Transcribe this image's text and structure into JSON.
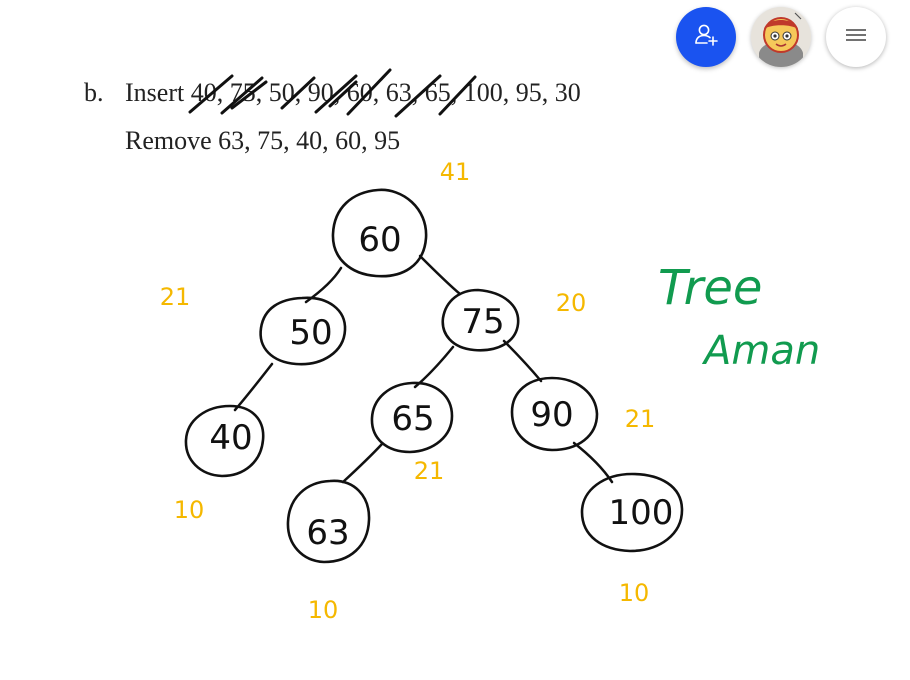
{
  "toolbar": {
    "add_user_icon": "person-add-icon",
    "avatar_icon": "cartoon-avatar",
    "menu_icon": "hamburger-menu-icon",
    "accent_color": "#1a53f0"
  },
  "problem": {
    "label": "b.",
    "insert_line": "Insert 40, 75, 50, 90, 60, 63, 65, 100, 95, 30",
    "remove_line": "Remove 63, 75, 40, 60, 95"
  },
  "tree": {
    "nodes": [
      "60",
      "50",
      "75",
      "40",
      "65",
      "90",
      "63",
      "100"
    ],
    "annotations": [
      "41",
      "21",
      "20",
      "21",
      "21",
      "10",
      "10",
      "10"
    ]
  },
  "notes": {
    "title": "Tree",
    "author": "Aman",
    "ink_color": "#119b4f",
    "annotation_color": "#f5b800",
    "node_color": "#111111"
  }
}
